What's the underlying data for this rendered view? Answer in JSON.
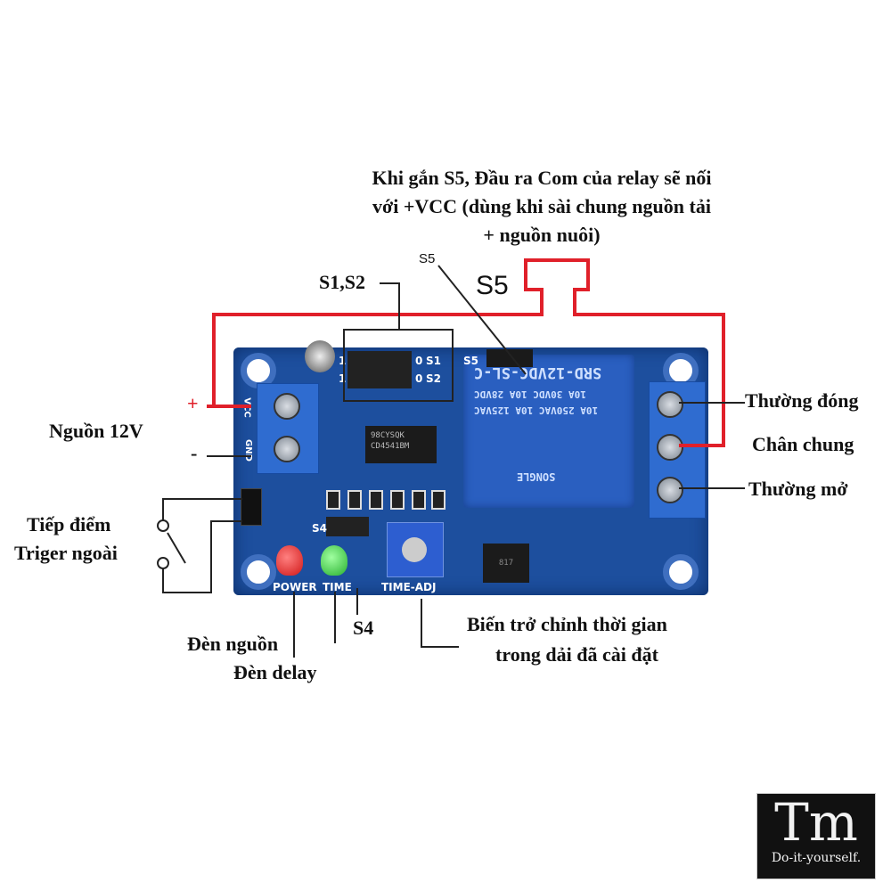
{
  "annotations": {
    "s5_note": [
      "Khi gắn S5, Đầu ra Com của relay sẽ nối",
      "với +VCC (dùng khi sài chung nguồn tải",
      "+ nguồn nuôi)"
    ],
    "s5_small": "S5",
    "s5_big": "S5",
    "s1s2": "S1,S2",
    "plus": "+",
    "minus": "-",
    "power_in": "Nguồn 12V",
    "trigger": [
      "Tiếp điểm",
      "Triger ngoài"
    ],
    "power_led": "Đèn nguồn",
    "delay_led": "Đèn delay",
    "s4": "S4",
    "pot": [
      "Biến trở chỉnh thời gian",
      "trong dải đã cài đặt"
    ],
    "nc": "Thường đóng",
    "com": "Chân chung",
    "no": "Thường mở"
  },
  "board": {
    "s1": "S1",
    "s2": "S2",
    "s5": "S5",
    "s4": "S4",
    "one": "1",
    "zero": "0",
    "vcc": "VCC",
    "gnd": "GND",
    "power": "POWER",
    "time": "TIME",
    "time_adj": "TIME-ADJ",
    "chip": [
      "98CYSQK",
      "CD4541BM"
    ],
    "relay": [
      "SRD-12VDC-SL-C",
      "10A 30VDC 10A 28VDC",
      "10A 250VAC 10A 125VAC",
      "SONGLE"
    ],
    "optocoupler": "817"
  },
  "logo": {
    "mark": "Tm",
    "tagline": "Do-it-yourself."
  },
  "colors": {
    "board": "#1d4f9e",
    "wire": "#e0202a",
    "led_power": "#e02020",
    "led_time": "#30c040"
  }
}
